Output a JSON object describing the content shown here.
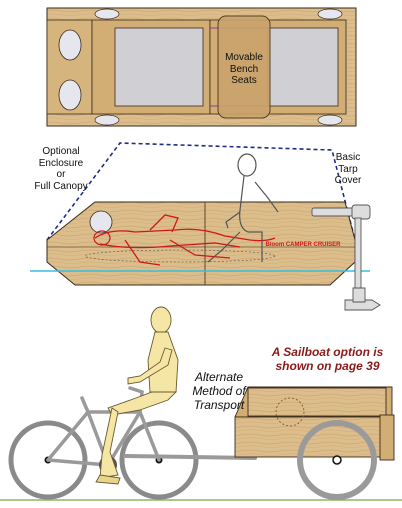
{
  "labels": {
    "bench": "Movable\nBench\nSeats",
    "optional": "Optional\nEnclosure\nor\nFull Canopy",
    "basic": "Basic\nTarp\nCover",
    "brand": "Bloom CAMPER CRUISER",
    "alternate": "Alternate\nMethod of\nTransport",
    "sailboat": "A Sailboat option is\nshown on page 39"
  },
  "colors": {
    "wood": "#dcbd8c",
    "wood_dark": "#c9a36c",
    "outline": "#3a2a1a",
    "canopy": "#1e2c8a",
    "tarp": "#7fd3ea",
    "water": "#35c0e0",
    "person": "#f5e6a6",
    "bike": "#8a8a8a",
    "seat_red": "#d01818",
    "accent_red": "#8b1a1a",
    "ground": "#8fb36a"
  }
}
